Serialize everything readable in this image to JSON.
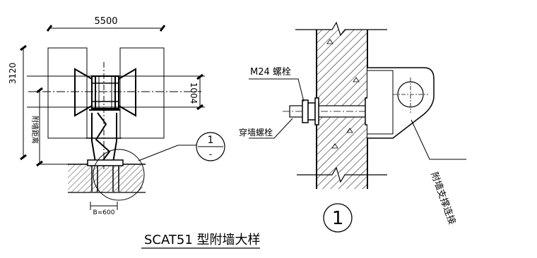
{
  "drawing": {
    "dim_width": "5500",
    "dim_height": "3120",
    "dim_side": "1004",
    "dim_wall_distance": "附墙距离",
    "dim_base": "B=600",
    "detail_ref_num": "1",
    "detail_ref_den": "-",
    "title": "SCAT51 型附墙大样"
  },
  "detail": {
    "bolt_label": "M24 螺栓",
    "through_bolt_label": "穿墙螺栓",
    "support_label": "附墙支撑连接",
    "detail_number": "1"
  }
}
